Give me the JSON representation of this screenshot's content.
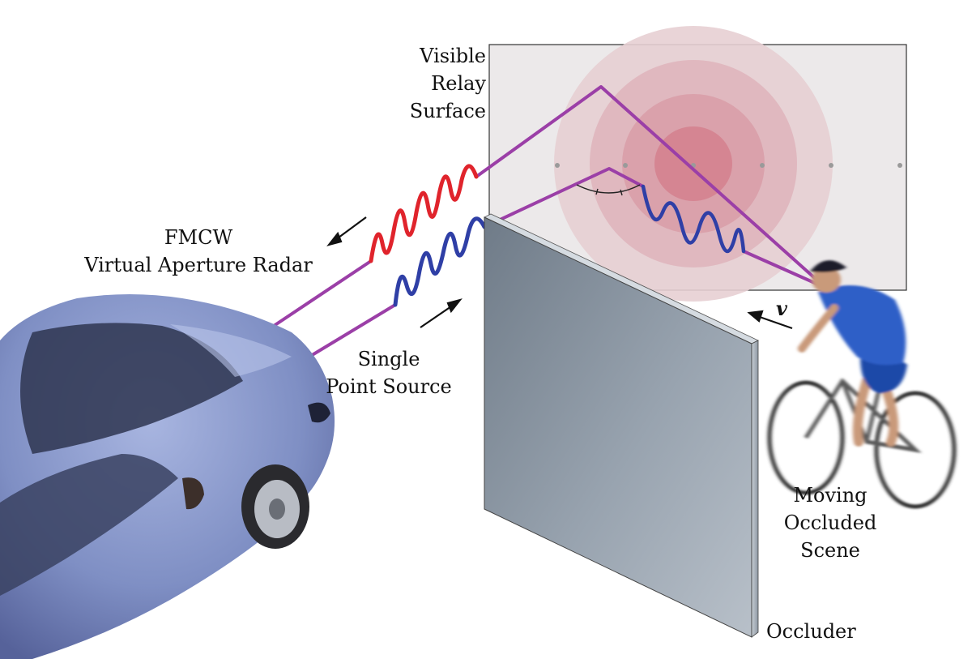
{
  "labels": {
    "relay_surface": [
      "Visible",
      "Relay",
      "Surface"
    ],
    "radar": [
      "FMCW",
      "Virtual Aperture Radar"
    ],
    "source": [
      "Single",
      "Point Source"
    ],
    "velocity": "v",
    "scene": [
      "Moving",
      "Occluded",
      "Scene"
    ],
    "occluder": "Occluder"
  },
  "colors": {
    "path_line": "#9b3fa7",
    "returned_wave": "#e0242c",
    "emitted_wave": "#2f3fa6",
    "relay_rings": "#d77a86",
    "car_body": "#7f8fc4",
    "occluder": "#8a96a3",
    "cyclist_jersey": "#2f5fc7"
  },
  "icons": [
    "arrow-icon",
    "car-icon",
    "cyclist-icon",
    "angle-arc-icon"
  ]
}
